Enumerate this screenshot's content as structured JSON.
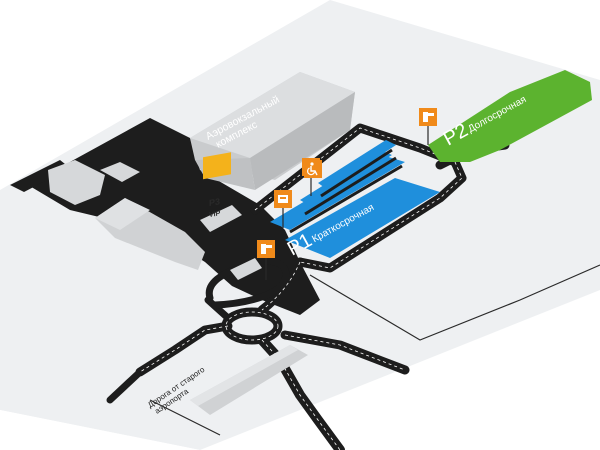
{
  "map": {
    "terminal_label_line1": "Аэровокзальный",
    "terminal_label_line2": "комплекс",
    "p1": {
      "code": "P1",
      "name": "Краткосрочная"
    },
    "p2": {
      "code": "P2",
      "name": "Долгосрочная"
    },
    "p3": {
      "code_line1": "P3",
      "code_line2": "VIP"
    },
    "road_label_line1": "Дорога от старого",
    "road_label_line2": "аэропорта",
    "colors": {
      "p1": "#1f8fdc",
      "p2": "#5cb32f",
      "sign_orange": "#f08a1a",
      "p3_yellow": "#f4b21b",
      "asphalt": "#1d1d1d",
      "ground": "#eef0f2",
      "building": "#d6d8da"
    },
    "icons": [
      "parking-ticket-icon",
      "payment-icon",
      "disabled-parking-icon",
      "parking-ticket-icon",
      "parking-ticket-icon"
    ]
  }
}
